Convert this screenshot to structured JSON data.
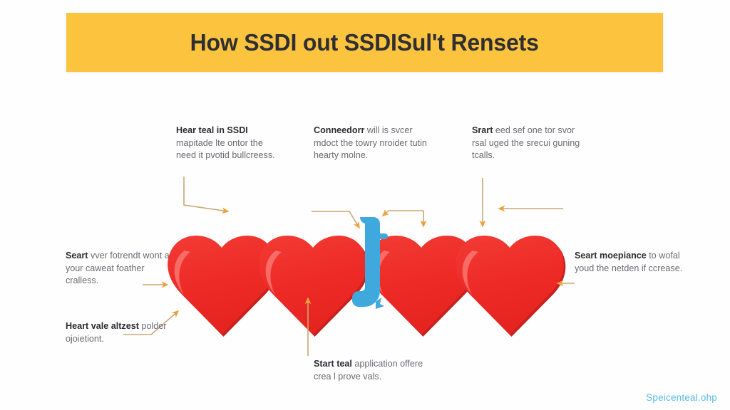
{
  "banner": {
    "title": "How SSDI out SSDISul't Rensets",
    "background_color": "#fcc33f",
    "text_color": "#2f2f33"
  },
  "graphic": {
    "heart_color": "#ee2a26",
    "heart_shadow_color": "#c9211d",
    "heart_highlight_color": "#f7625e",
    "accent_blue": "#3fa8dc",
    "connector_color": "#c9a775",
    "arrowhead_color": "#eda13a",
    "heart_count": 4,
    "blue_glyph": "J"
  },
  "callouts": [
    {
      "id": "top-left",
      "lead": "Hear teal in SSDI",
      "rest": "mapitade lte ontor the need it pvotid bullcreess."
    },
    {
      "id": "top-center",
      "lead": "Conneedorr",
      "rest": "will is svcer mdoct the towry nroider tutin hearty molne."
    },
    {
      "id": "top-right",
      "lead": "Srart",
      "rest": "eed sef one tor svor rsal uged the srecui guning tcalls."
    },
    {
      "id": "mid-left",
      "lead": "Seart",
      "rest": "vver fotrendt wont a your caweat foather cralless."
    },
    {
      "id": "low-left",
      "lead": "Heart vale altzest",
      "rest": "polder ojoietiont."
    },
    {
      "id": "mid-right",
      "lead": "Seart moepiance",
      "rest": "to wofal youd the netden if ccrease."
    },
    {
      "id": "bottom-center",
      "lead": "Start teal",
      "rest": "application offere crea l prove vals."
    }
  ],
  "footer": {
    "watermark": "Speicenteal.ohp",
    "color": "#47b6e0"
  }
}
